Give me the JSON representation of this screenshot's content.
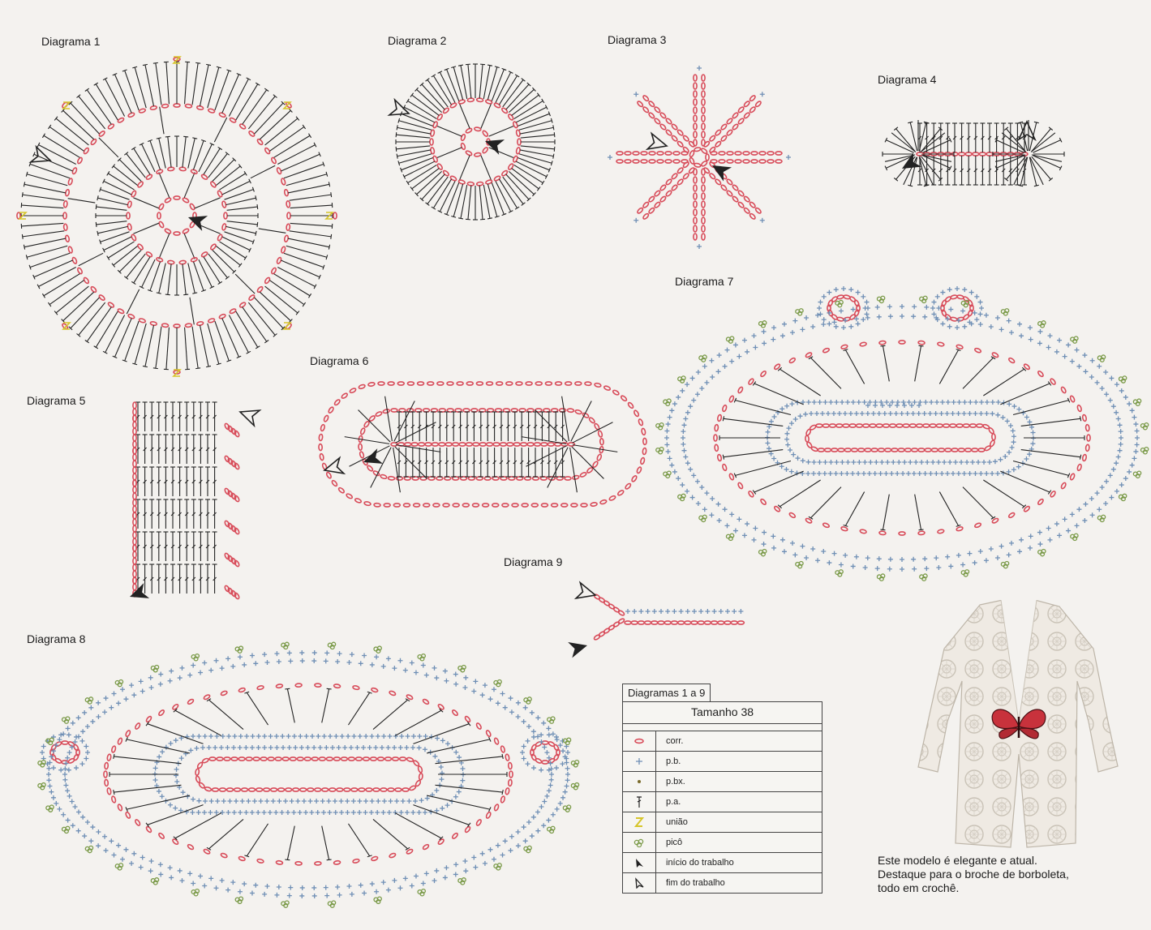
{
  "diagram_labels": {
    "d1": "Diagrama 1",
    "d2": "Diagrama 2",
    "d3": "Diagrama 3",
    "d4": "Diagrama 4",
    "d5": "Diagrama 5",
    "d6": "Diagrama 6",
    "d7": "Diagrama 7",
    "d8": "Diagrama 8",
    "d9": "Diagrama 9"
  },
  "legend": {
    "title": "Diagramas 1 a 9",
    "size": "Tamanho 38",
    "items": [
      {
        "icon": "chain-stitch-icon",
        "label": "corr."
      },
      {
        "icon": "single-crochet-icon",
        "label": "p.b."
      },
      {
        "icon": "slip-stitch-icon",
        "label": "p.bx."
      },
      {
        "icon": "double-crochet-icon",
        "label": "p.a."
      },
      {
        "icon": "join-icon",
        "label": "união"
      },
      {
        "icon": "picot-icon",
        "label": "picô"
      },
      {
        "icon": "start-arrow-icon",
        "label": "início do trabalho"
      },
      {
        "icon": "end-arrow-icon",
        "label": "fim do trabalho"
      }
    ]
  },
  "caption": {
    "line1": "Este modelo é elegante e atual.",
    "line2": "Destaque para o broche de borboleta,",
    "line3": "todo em crochê."
  },
  "colors": {
    "chain": "#d84c5a",
    "single": "#6f8fb5",
    "double": "#222222",
    "picot": "#7a9a48",
    "join": "#d6c52a"
  }
}
